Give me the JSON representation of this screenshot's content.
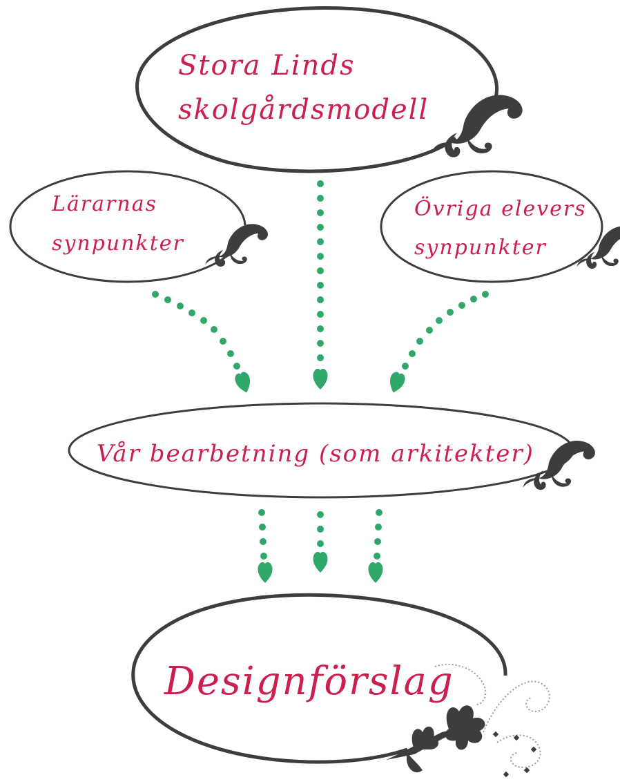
{
  "nodes": {
    "model": {
      "line1": "Stora Linds",
      "line2": "skolgårdsmodell"
    },
    "teachers": {
      "line1": "Lärarnas",
      "line2": "synpunkter"
    },
    "students": {
      "line1": "Övriga elevers",
      "line2": "synpunkter"
    },
    "processing": {
      "text": "Vår bearbetning (som arkitekter)"
    },
    "design": {
      "text": "Designförslag"
    }
  },
  "colors": {
    "text": "#cc1f4e",
    "ellipse_stroke": "#3d3d3d",
    "arrow": "#2fa86a",
    "background": "#ffffff"
  },
  "icons": {
    "ornament": "fleur-de-lis-flourish-icon",
    "arrowhead": "leaf-arrowhead-icon"
  }
}
